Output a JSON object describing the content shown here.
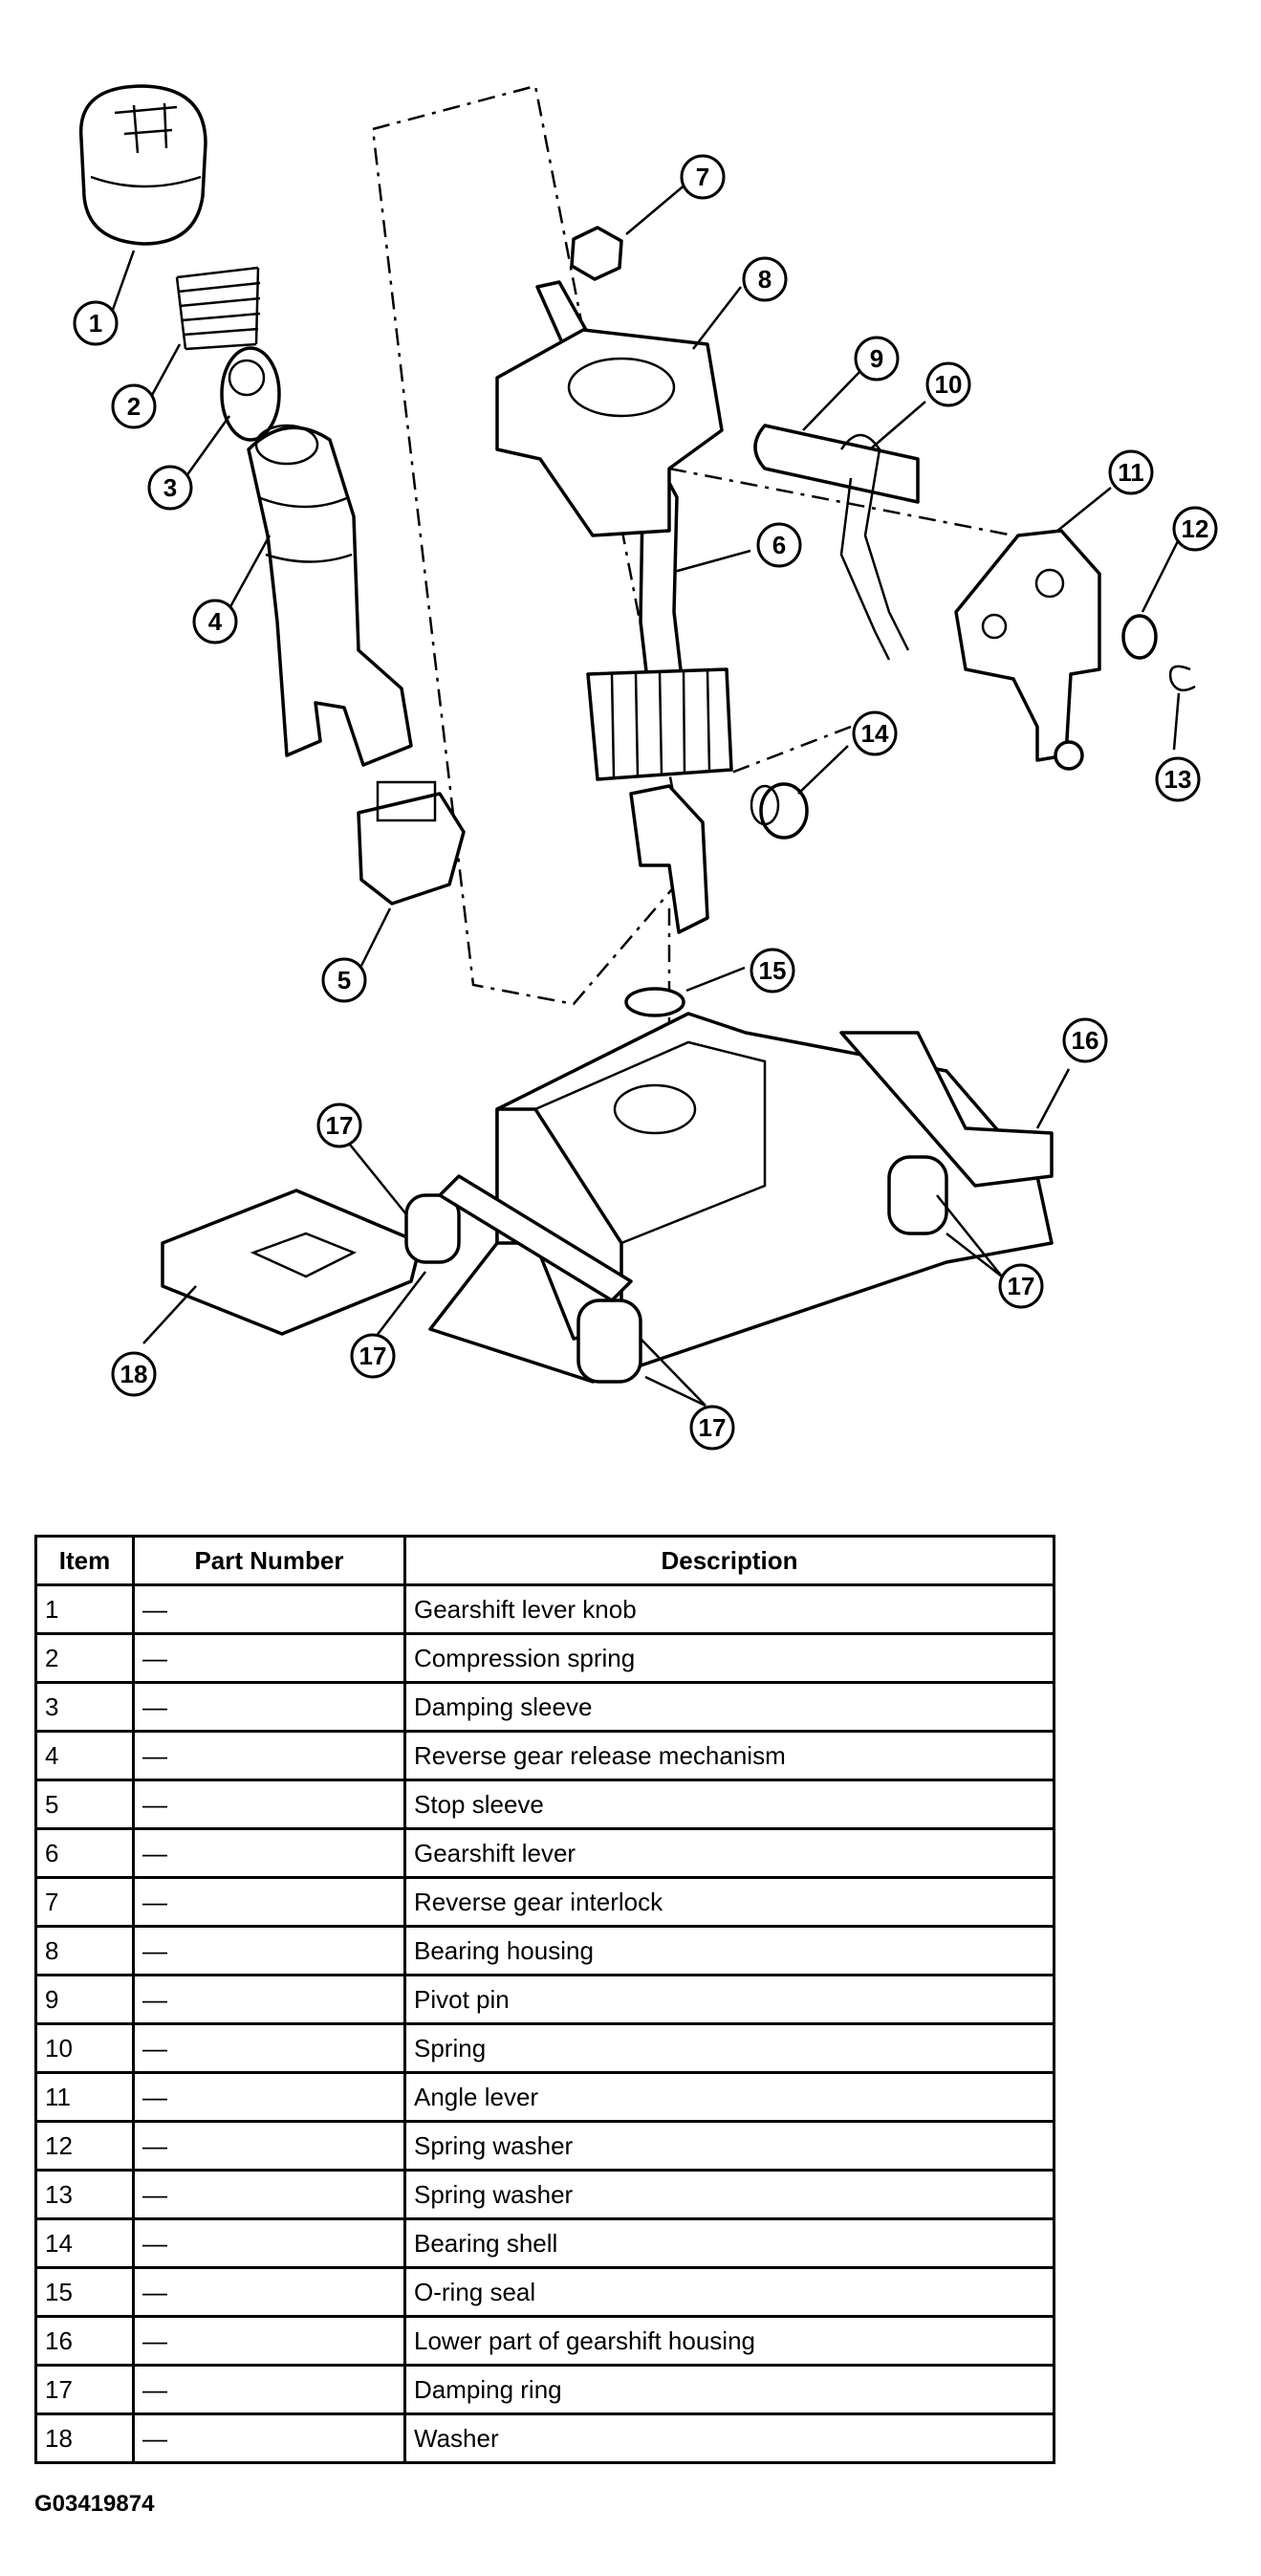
{
  "callouts": [
    "1",
    "2",
    "3",
    "4",
    "5",
    "6",
    "7",
    "8",
    "9",
    "10",
    "11",
    "12",
    "13",
    "14",
    "15",
    "16",
    "17",
    "17",
    "17",
    "17",
    "18"
  ],
  "table": {
    "headers": [
      "Item",
      "Part Number",
      "Description"
    ],
    "rows": [
      {
        "item": "1",
        "part": "—",
        "desc": "Gearshift lever knob"
      },
      {
        "item": "2",
        "part": "—",
        "desc": "Compression spring"
      },
      {
        "item": "3",
        "part": "—",
        "desc": "Damping sleeve"
      },
      {
        "item": "4",
        "part": "—",
        "desc": "Reverse gear release mechanism"
      },
      {
        "item": "5",
        "part": "—",
        "desc": "Stop sleeve"
      },
      {
        "item": "6",
        "part": "—",
        "desc": "Gearshift lever"
      },
      {
        "item": "7",
        "part": "—",
        "desc": "Reverse gear interlock"
      },
      {
        "item": "8",
        "part": "—",
        "desc": "Bearing housing"
      },
      {
        "item": "9",
        "part": "—",
        "desc": "Pivot pin"
      },
      {
        "item": "10",
        "part": "—",
        "desc": "Spring"
      },
      {
        "item": "11",
        "part": "—",
        "desc": "Angle lever"
      },
      {
        "item": "12",
        "part": "—",
        "desc": "Spring washer"
      },
      {
        "item": "13",
        "part": "—",
        "desc": "Spring washer"
      },
      {
        "item": "14",
        "part": "—",
        "desc": "Bearing shell"
      },
      {
        "item": "15",
        "part": "—",
        "desc": "O-ring seal"
      },
      {
        "item": "16",
        "part": "—",
        "desc": "Lower part of gearshift housing"
      },
      {
        "item": "17",
        "part": "—",
        "desc": "Damping ring"
      },
      {
        "item": "18",
        "part": "—",
        "desc": "Washer"
      }
    ]
  },
  "figure_code": "G03419874"
}
